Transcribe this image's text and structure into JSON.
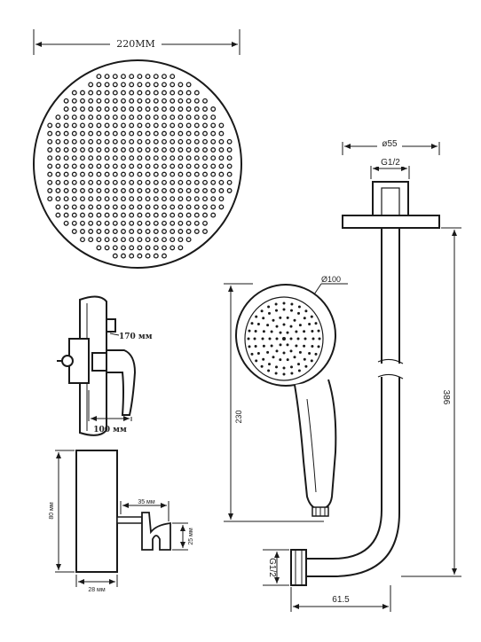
{
  "labels": {
    "shower_head_width": "220MM",
    "arm_flange_diameter": "ø55",
    "arm_top_thread": "G1/2",
    "arm_height": "386",
    "arm_bottom_thread": "G1/2",
    "arm_reach": "61.5",
    "hand_shower_diameter": "Ø100",
    "hand_shower_length": "230",
    "mixer_plate_diameter": "170 мм",
    "mixer_handle_width": "100 мм",
    "holder_height": "80 мм",
    "holder_width": "28 мм",
    "holder_reach": "35 мм",
    "holder_clip": "25 мм"
  },
  "colors": {
    "line": "#1a1a1a",
    "background": "#ffffff"
  }
}
